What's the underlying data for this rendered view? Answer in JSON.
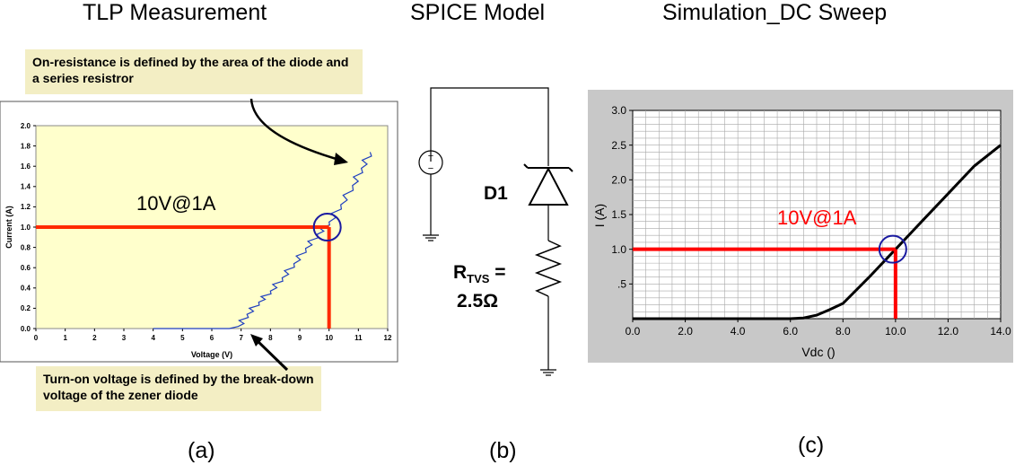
{
  "titles": {
    "tlp": "TLP Measurement",
    "spice": "SPICE Model",
    "sim": "Simulation_DC Sweep"
  },
  "captions": {
    "a": "(a)",
    "b": "(b)",
    "c": "(c)"
  },
  "callouts": {
    "top": "On-resistance is defined by the area of the diode and a series resistror",
    "bottom": "Turn-on voltage is defined by the break-down voltage of the zener diode"
  },
  "annotation_tlp": "10V@1A",
  "annotation_sim": "10V@1A",
  "spice": {
    "diode_label": "D1",
    "resistor_label_main": "R",
    "resistor_label_sub": "TVS",
    "resistor_label_eq": " =",
    "resistor_value": "2.5Ω"
  },
  "colors": {
    "tlp_bg": "#ffffcc",
    "tlp_trace": "#1f3fbf",
    "marker_line": "#ff2a00",
    "circle": "#1a1aa0",
    "sim_bg": "#c8c8c8",
    "sim_grid": "#a8a8a8",
    "callout_bg": "#f3eec4",
    "sim_annotation": "#ff0000"
  },
  "chart_data": [
    {
      "type": "line",
      "xlabel": "Voltage (V)",
      "ylabel": "Current (A)",
      "xlim": [
        0,
        12
      ],
      "ylim": [
        0,
        2.0
      ],
      "x_ticks": [
        "0",
        "1",
        "2",
        "3",
        "4",
        "5",
        "6",
        "7",
        "8",
        "9",
        "10",
        "11",
        "12"
      ],
      "y_ticks": [
        "0.0",
        "0.2",
        "0.4",
        "0.6",
        "0.8",
        "1.0",
        "1.2",
        "1.4",
        "1.6",
        "1.8",
        "2.0"
      ],
      "grid": false,
      "series": [
        {
          "x": [
            4.0,
            5.0,
            6.0,
            6.6,
            6.9,
            7.2,
            7.6,
            8.0,
            8.4,
            8.8,
            9.2,
            9.6,
            10.0,
            10.4,
            10.8,
            11.1,
            11.4
          ],
          "y": [
            0.0,
            0.0,
            0.0,
            0.0,
            0.02,
            0.14,
            0.26,
            0.37,
            0.5,
            0.64,
            0.79,
            0.93,
            1.05,
            1.22,
            1.41,
            1.58,
            1.74
          ]
        }
      ],
      "marker": {
        "x": 10,
        "y": 1.0
      }
    },
    {
      "type": "line",
      "xlabel": "Vdc ()",
      "ylabel": "I (A)",
      "xlim": [
        0,
        14
      ],
      "ylim": [
        0,
        3.0
      ],
      "x_ticks": [
        "0.0",
        "2.0",
        "4.0",
        "6.0",
        "8.0",
        "10.0",
        "12.0",
        "14.0"
      ],
      "y_ticks": [
        ".5",
        "1.0",
        "1.5",
        "2.0",
        "2.5",
        "3.0"
      ],
      "grid": true,
      "series": [
        {
          "x": [
            0,
            6.0,
            6.5,
            7.0,
            7.5,
            8.0,
            9.0,
            10.0,
            11.0,
            12.0,
            13.0,
            14.0
          ],
          "y": [
            0,
            0,
            0.01,
            0.05,
            0.13,
            0.22,
            0.6,
            1.0,
            1.4,
            1.8,
            2.2,
            2.5
          ]
        }
      ],
      "marker": {
        "x": 10,
        "y": 1.0
      }
    }
  ]
}
